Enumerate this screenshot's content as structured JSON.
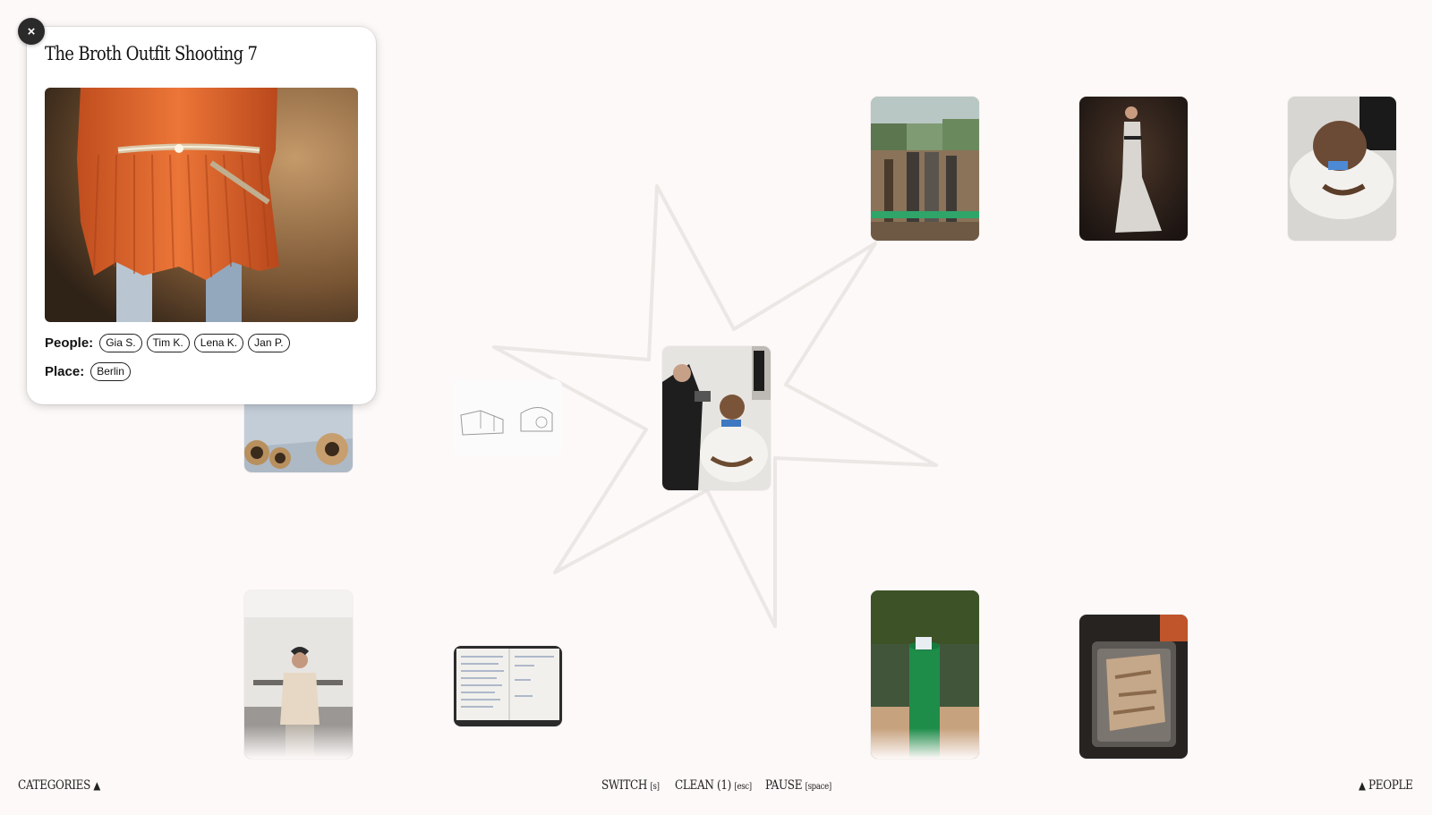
{
  "detail": {
    "close_label": "×",
    "title": "The Broth Outfit Shooting 7",
    "people_label": "People:",
    "people": [
      "Gia S.",
      "Tim K.",
      "Lena K.",
      "Jan P."
    ],
    "place_label": "Place:",
    "places": [
      "Berlin"
    ]
  },
  "footer": {
    "categories_label": "CATEGORIES",
    "categories_icon": "▲",
    "switch_label": "SWITCH",
    "switch_key": "[s]",
    "clean_label": "CLEAN (1)",
    "clean_key": "[esc]",
    "pause_label": "PAUSE",
    "pause_key": "[space]",
    "people_icon": "▲",
    "people_label": "PEOPLE"
  },
  "colors": {
    "background": "#fdf9f8",
    "accent_orange": "#e0652e",
    "pipe_green": "#1f8d4a",
    "dark": "#2a2a2a"
  }
}
